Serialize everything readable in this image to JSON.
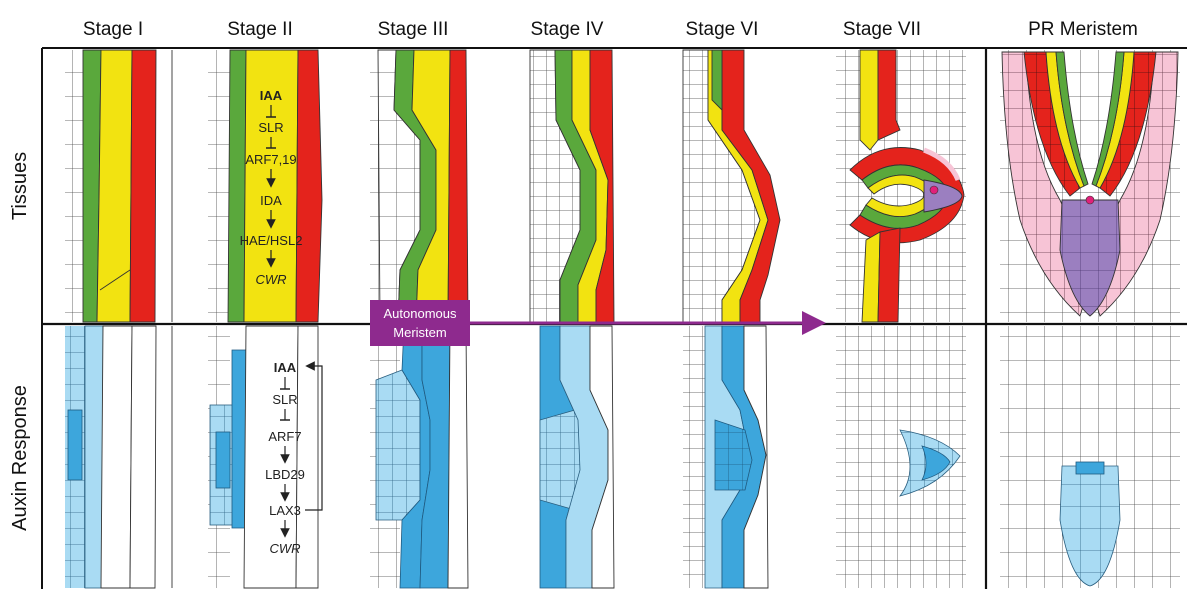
{
  "stage_headers": [
    "Stage I",
    "Stage II",
    "Stage III",
    "Stage IV",
    "Stage VI",
    "Stage VII",
    "PR Meristem"
  ],
  "row_labels": {
    "top": "Tissues",
    "bottom": "Auxin Response"
  },
  "tissue_pathway": [
    "IAA",
    "SLR",
    "ARF7,19",
    "IDA",
    "HAE/HSL2",
    "CWR"
  ],
  "auxin_pathway": [
    "IAA",
    "SLR",
    "ARF7",
    "LBD29",
    "LAX3",
    "CWR"
  ],
  "arrow_label": {
    "line1": "Autonomous",
    "line2": "Meristem"
  },
  "colors": {
    "endodermis": "#5aa83c",
    "cortex": "#f2e311",
    "epidermis": "#e4231c",
    "auxin_light": "#a9dbf3",
    "auxin_dark": "#3da6dc",
    "lateral_root_cap": "#f7c4d6",
    "columella": "#9b7fc0",
    "quiescent_center": "#e0217a",
    "meristem_arrow": "#8e2a8e"
  }
}
